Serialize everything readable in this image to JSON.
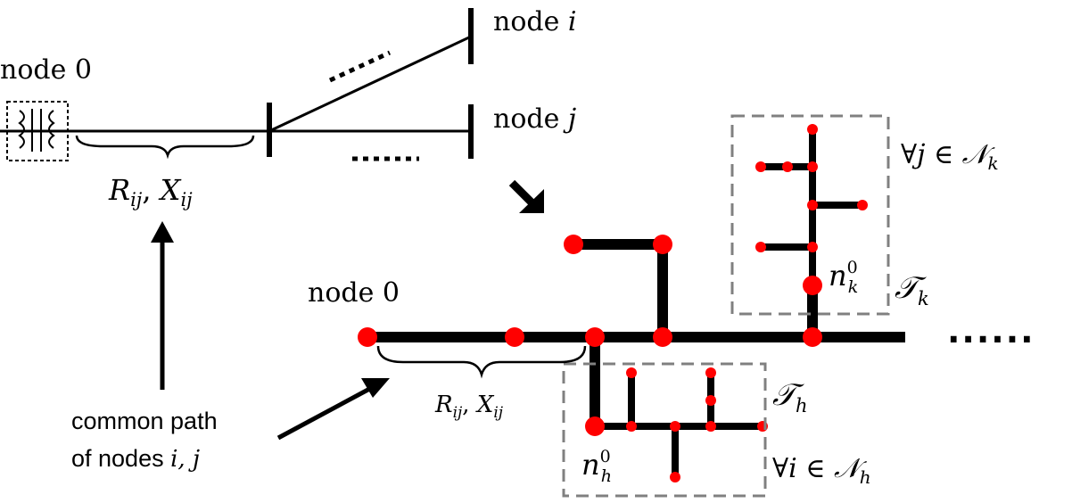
{
  "top": {
    "node0_label": "node 0",
    "node_i_label": "node",
    "node_i_var": "i",
    "node_j_label": "node",
    "node_j_var": "j",
    "impedance_main": "R",
    "impedance_sub1": "ij",
    "impedance_sep": ", ",
    "impedance_main2": "X",
    "impedance_sub2": "ij"
  },
  "bottom": {
    "node0_label": "node 0",
    "impedance_main": "R",
    "impedance_sub1": "ij",
    "impedance_sep": ", ",
    "impedance_main2": "X",
    "impedance_sub2": "ij",
    "tree_k_symbol": "𝒯",
    "tree_k_sub": "k",
    "tree_h_symbol": "𝒯",
    "tree_h_sub": "h",
    "nk_main": "n",
    "nk_sup": "0",
    "nk_sub": "k",
    "nh_main": "n",
    "nh_sup": "0",
    "nh_sub": "h",
    "forall_k": "∀j ∈ 𝒩",
    "forall_k_sub": "k",
    "forall_h": "∀i ∈ 𝒩",
    "forall_h_sub": "h",
    "ellipsis": "......"
  },
  "note": {
    "line1": "common path",
    "line2_prefix": "of nodes ",
    "line2_vars": "i, j"
  },
  "colors": {
    "node_dot": "#ff0000",
    "box_dash": "#808080",
    "line": "#000000"
  }
}
